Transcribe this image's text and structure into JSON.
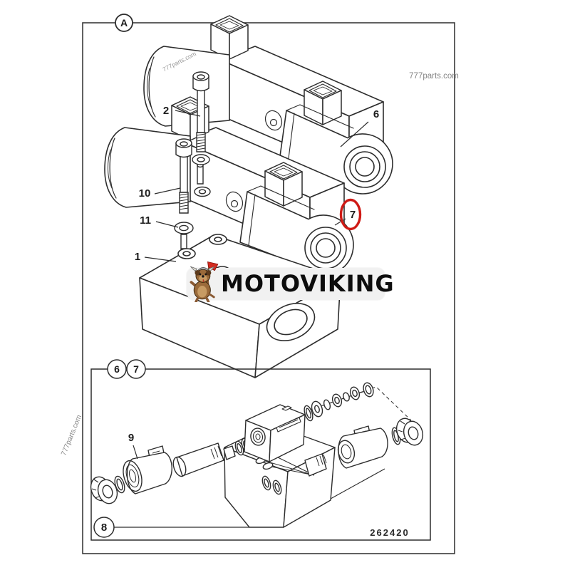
{
  "frame": {
    "section": "A"
  },
  "watermarks": {
    "top_right": "777parts.com",
    "left_vertical": "777parts.com",
    "on_solenoid": "777parts.com"
  },
  "logo": {
    "text": "MOTOVIKING"
  },
  "main_callouts": {
    "item1": "1",
    "item2": "2",
    "item6": "6",
    "item7": "7",
    "item10": "10",
    "item11": "11"
  },
  "inset": {
    "tab6": "6",
    "tab7": "7",
    "item8": "8",
    "item9": "9",
    "drawing_number": "262420"
  },
  "colors": {
    "line": "#2d2d2d",
    "highlight": "#cf1a15",
    "watermark": "#8a8a8a",
    "badge_bg": "#f1f1f1"
  }
}
